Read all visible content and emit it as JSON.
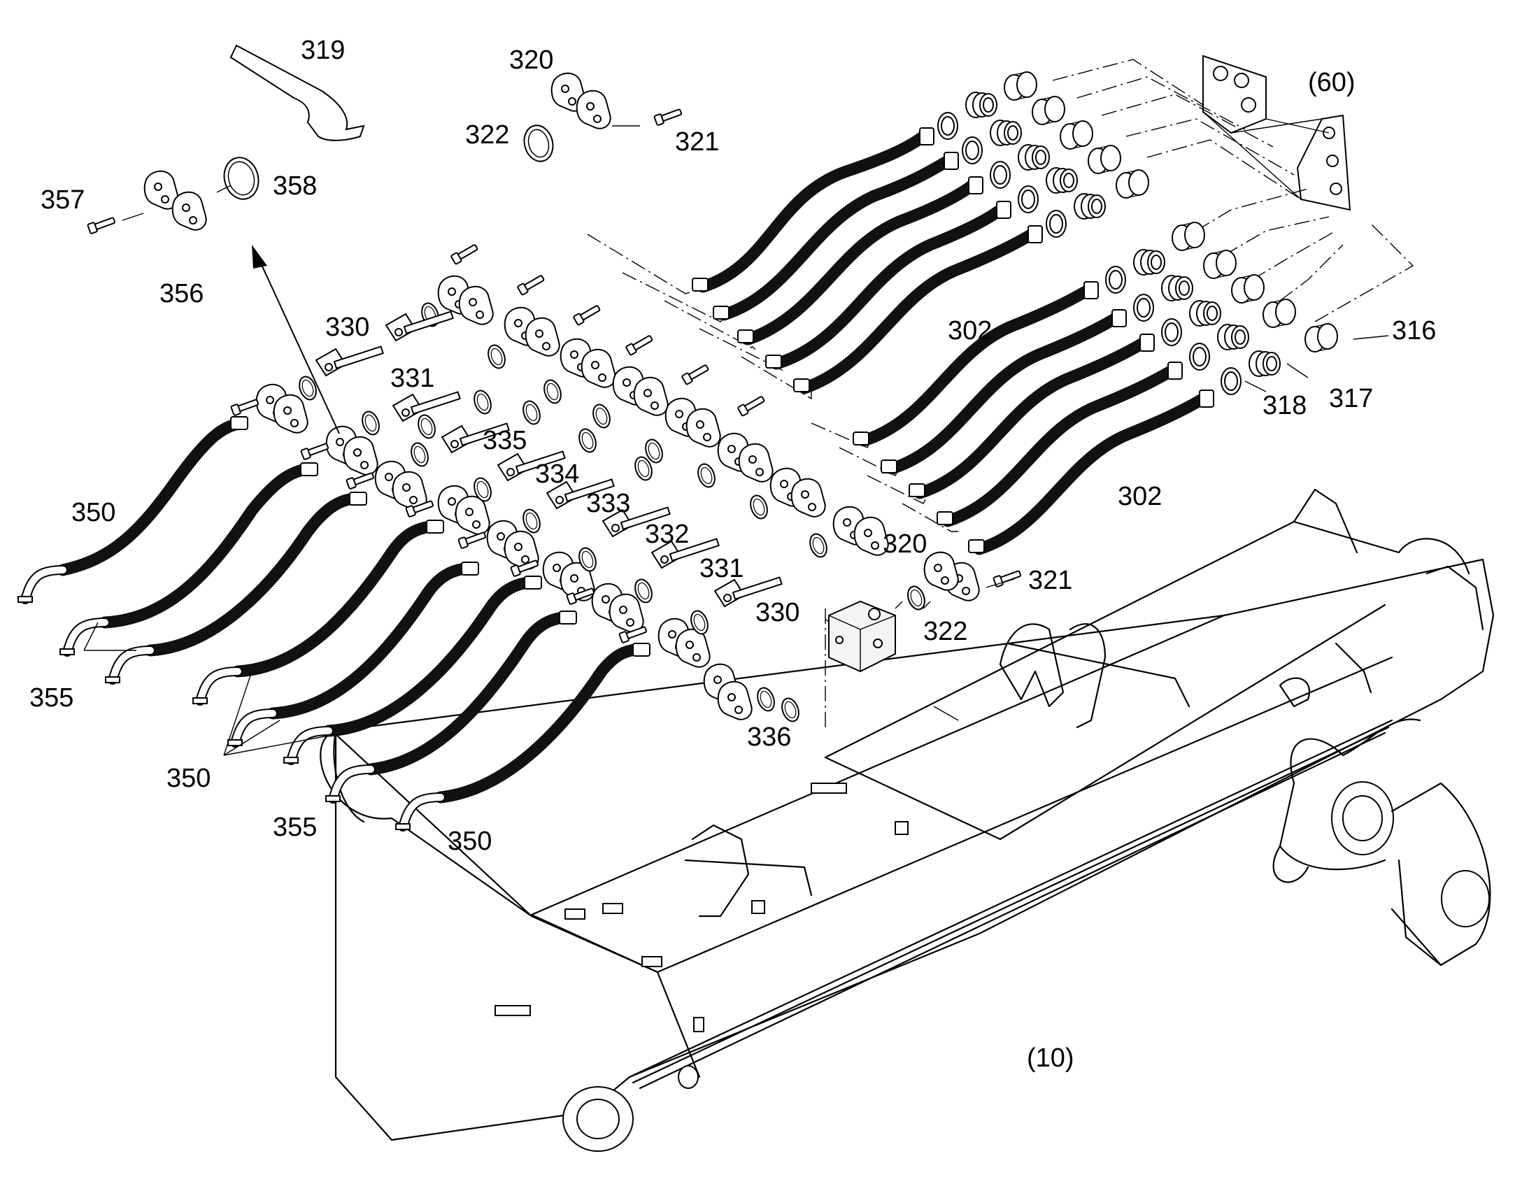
{
  "diagram": {
    "labels": {
      "l319": "319",
      "l320a": "320",
      "l322a": "322",
      "l321a": "321",
      "l60": "(60)",
      "l357": "357",
      "l358": "358",
      "l356": "356",
      "l330a": "330",
      "l331a": "331",
      "l302a": "302",
      "l316": "316",
      "l317": "317",
      "l318": "318",
      "l335": "335",
      "l334": "334",
      "l333": "333",
      "l332": "332",
      "l331b": "331",
      "l330b": "330",
      "l320b": "320",
      "l321b": "321",
      "l322b": "322",
      "l302b": "302",
      "l350a": "350",
      "l355a": "355",
      "l350b": "350",
      "l336": "336",
      "l355b": "355",
      "l350c": "350",
      "l10": "(10)"
    }
  }
}
